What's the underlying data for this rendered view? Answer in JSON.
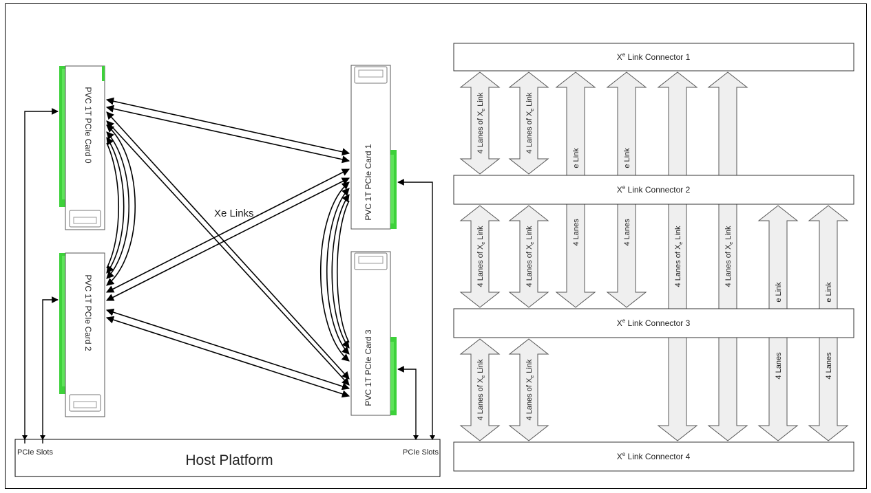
{
  "left_diagram": {
    "cards": [
      {
        "label": "PVC 1T PCIe Card 0"
      },
      {
        "label": "PVC 1T PCIe Card 1"
      },
      {
        "label": "PVC 1T PCIe Card 2"
      },
      {
        "label": "PVC 1T PCIe Card 3"
      }
    ],
    "links_label": "Xe Links",
    "host_label": "Host Platform",
    "slots_left_label": "PCIe Slots",
    "slots_right_label": "PCIe Slots"
  },
  "right_diagram": {
    "connectors": [
      {
        "label": "X",
        "sup": "e",
        "suffix": " Link Connector 1"
      },
      {
        "label": "X",
        "sup": "e",
        "suffix": " Link Connector 2"
      },
      {
        "label": "X",
        "sup": "e",
        "suffix": " Link Connector 3"
      },
      {
        "label": "X",
        "sup": "e",
        "suffix": " Link Connector 4"
      }
    ],
    "lane_label": "4 Lanes of X",
    "lane_sub": "e",
    "lane_suffix": " Link",
    "partial_label_top": "4 Lanes",
    "partial_label_bottom": "e Link"
  },
  "colors": {
    "card_green": "#3dd13a",
    "arrow_fill": "#efefef",
    "arrow_stroke": "#555555",
    "line": "#000000"
  }
}
